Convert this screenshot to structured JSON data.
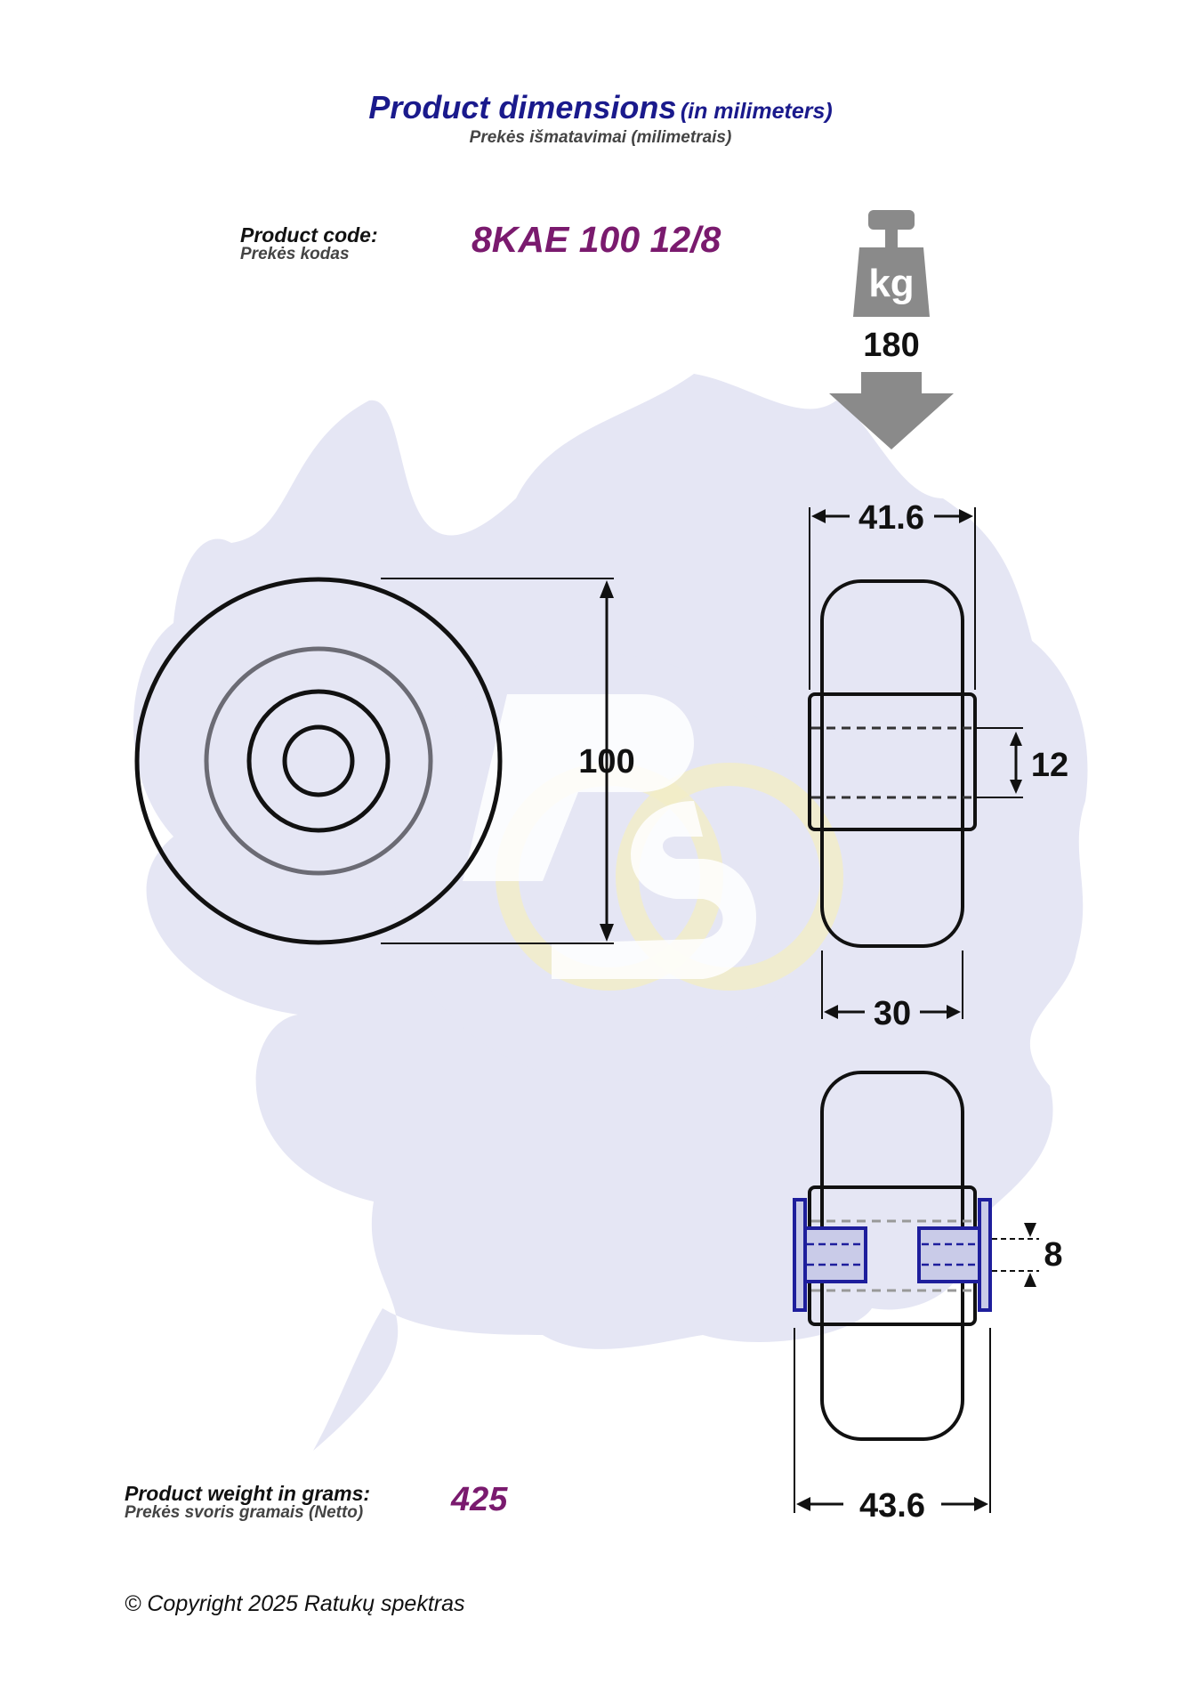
{
  "header": {
    "title": "Product dimensions",
    "title_unit": "(in milimeters)",
    "subtitle": "Prekės išmatavimai (milimetrais)"
  },
  "product": {
    "code_label": "Product code:",
    "code_label_lt": "Prekės kodas",
    "code_value": "8KAE 100 12/8"
  },
  "load": {
    "unit_icon_text": "kg",
    "value": "180"
  },
  "dimensions": {
    "diameter": "100",
    "total_width": "41.6",
    "bore": "12",
    "wheel_width": "30",
    "axle": "8",
    "bushing_width": "43.6"
  },
  "weight": {
    "label": "Product weight in grams:",
    "label_lt": "Prekės svoris gramais (Netto)",
    "value": "425"
  },
  "footer": {
    "copyright": "© Copyright 2025 Ratukų spektras"
  },
  "colors": {
    "title": "#1a1a8c",
    "value": "#7a1a6e",
    "watermark": "#dcddf0",
    "bushing": "#1e1e9c",
    "weight_icon": "#8a8a8a"
  }
}
